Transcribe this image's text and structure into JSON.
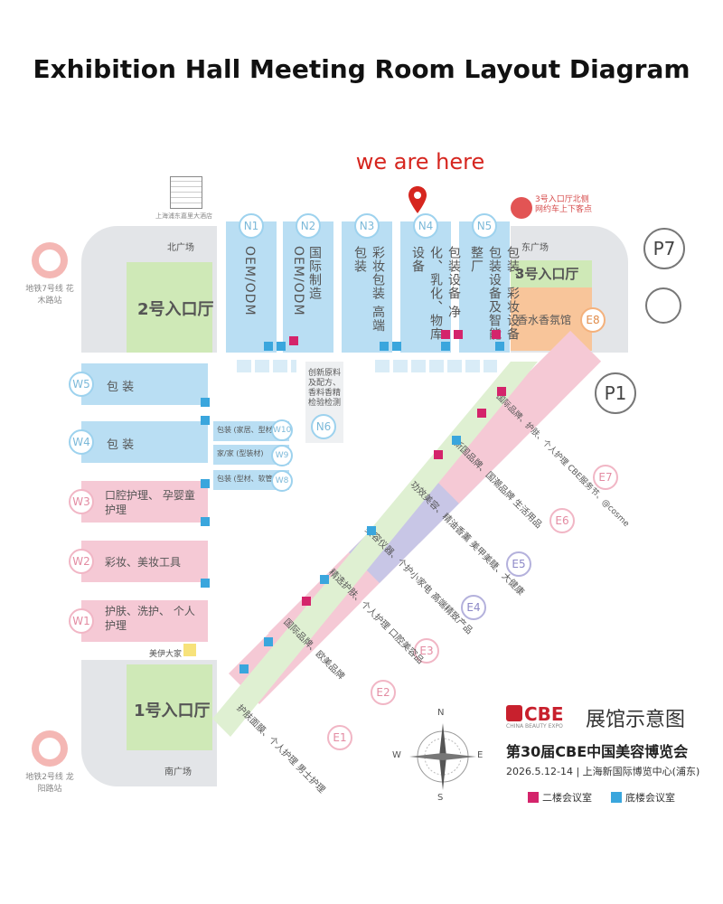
{
  "title": "Exhibition Hall Meeting Room Layout Diagram",
  "here_label": "we are here",
  "north_halls": [
    {
      "id": "N1",
      "label": "OEM/ODM"
    },
    {
      "id": "N2",
      "label": "国际制造 OEM/ODM"
    },
    {
      "id": "N3",
      "label": "彩妆包装 高端包装"
    },
    {
      "id": "N4",
      "label": "包装设备 净化、乳化、物库设备"
    },
    {
      "id": "N5",
      "label": "包装、彩妆设备 包装设备及智能整厂"
    }
  ],
  "west_halls": [
    {
      "id": "W5",
      "label": "包 装"
    },
    {
      "id": "W4",
      "label": "包 装"
    },
    {
      "id": "W3",
      "label": "口腔护理、 孕婴童护理"
    },
    {
      "id": "W2",
      "label": "彩妆、美妆工具"
    },
    {
      "id": "W1",
      "label": "护肤、洗护、 个人护理"
    }
  ],
  "east_halls": [
    {
      "id": "E1",
      "label": "护肤面膜、个人护理 男士护理"
    },
    {
      "id": "E2",
      "label": "国际品牌、欧美品牌"
    },
    {
      "id": "E3",
      "label": "精选护肤、个人护理 口腔美容品"
    },
    {
      "id": "E4",
      "label": "美容仪器、个护小家电 高端精致产品"
    },
    {
      "id": "E5",
      "label": "功效美容、精油香薰 美甲美睫、大健康"
    },
    {
      "id": "E6",
      "label": "新国品牌、国潮品牌 生活用品"
    },
    {
      "id": "E7",
      "label": "国际品牌、护肤、个人护理 CBE服务节、@cosme"
    }
  ],
  "small_halls": [
    {
      "id": "N6",
      "label": "创新原料及配方、香料香精检验检测"
    },
    {
      "id": "W10",
      "label": "包装 (家居、型材)"
    },
    {
      "id": "W9",
      "label": "家/家 (型装材)"
    },
    {
      "id": "W8",
      "label": "包装 (型材、软管)"
    },
    {
      "id": "E8",
      "label": "香水香氛馆"
    }
  ],
  "entrances": {
    "e2": "2号入口厅",
    "e3": "3号入口厅",
    "e1": "1号入口厅",
    "e3_taxi": "3号入口厅北侧 网约车上下客点"
  },
  "plazas": {
    "north": "北广场",
    "east": "东广场",
    "south": "南广场"
  },
  "parking": [
    "P7",
    "P1"
  ],
  "metro": [
    {
      "label": "地铁7号线 花木路站"
    },
    {
      "label": "地铁2号线 龙阳路站"
    }
  ],
  "building": "上海浦东嘉里大酒店",
  "meiyi": "美伊大家",
  "brand": {
    "logo": "CBE",
    "logo_sub": "CHINA BEAUTY EXPO",
    "map_title": "展馆示意图",
    "event": "第30届CBE中国美容博览会",
    "date_venue": "2026.5.12-14 | 上海新国际博览中心(浦东)"
  },
  "legend": [
    {
      "label": "二楼会议室",
      "color": "#d4246b"
    },
    {
      "label": "底楼会议室",
      "color": "#3aa6dd"
    }
  ],
  "compass": {
    "n": "N",
    "s": "S",
    "e": "E",
    "w": "W"
  },
  "colors": {
    "blue_hall": "#b9def3",
    "pink_hall": "#f5c9d5",
    "purple_hall": "#c8c6e6",
    "green_area": "#cfe9b7",
    "pin": "#d6261f"
  }
}
